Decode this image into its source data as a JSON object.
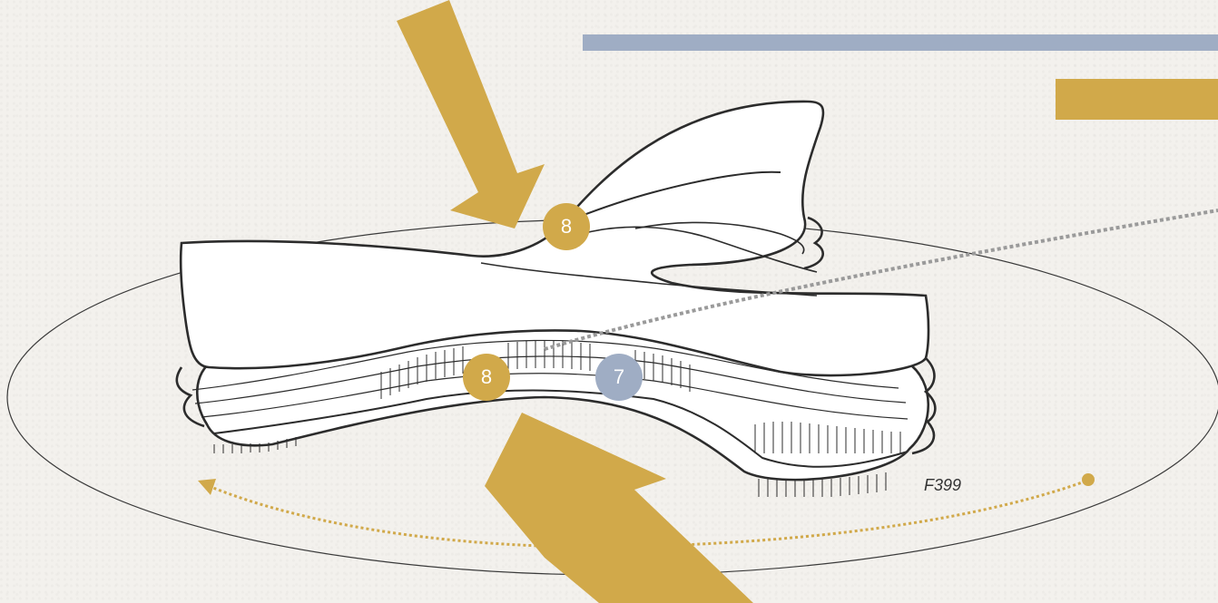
{
  "colors": {
    "accent_gold": "#d1a94a",
    "accent_slate": "#9fadc4",
    "ink": "#2c2c2c",
    "paper": "#f3f1ed"
  },
  "badges": [
    {
      "id": "badge-top",
      "label": "8",
      "color": "#d1a94a"
    },
    {
      "id": "badge-left",
      "label": "8",
      "color": "#d1a94a"
    },
    {
      "id": "badge-right",
      "label": "7",
      "color": "#9fadc4"
    }
  ],
  "code_label": "F399",
  "icons": [
    "arrow-down-right-icon",
    "arrow-up-right-icon",
    "dotted-rotation-arrow-icon",
    "view-line-icon"
  ]
}
